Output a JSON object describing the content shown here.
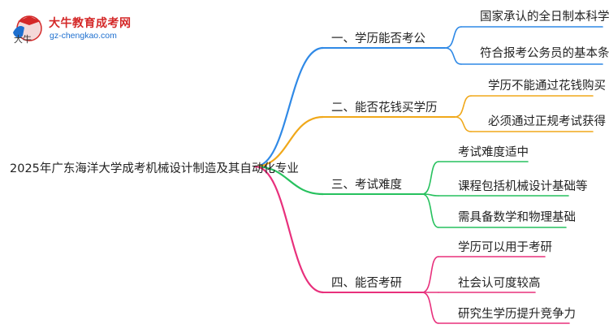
{
  "logo": {
    "title": "大牛教育成考网",
    "url": "gz-chengkao.com"
  },
  "root": {
    "label": "2025年广东海洋大学成考机械设计制造及其自动化专业"
  },
  "colors": {
    "branch1": "#2f89e6",
    "branch2": "#f0a81a",
    "branch3": "#27c15e",
    "branch4": "#e8307c",
    "logo_red": "#d42828",
    "logo_blue": "#1d6fcf"
  },
  "branches": [
    {
      "label": "一、学历能否考公",
      "leaves": [
        "国家承认的全日制本科学历",
        "符合报考公务员的基本条件"
      ]
    },
    {
      "label": "二、能否花钱买学历",
      "leaves": [
        "学历不能通过花钱购买",
        "必须通过正规考试获得"
      ]
    },
    {
      "label": "三、考试难度",
      "leaves": [
        "考试难度适中",
        "课程包括机械设计基础等",
        "需具备数学和物理基础"
      ]
    },
    {
      "label": "四、能否考研",
      "leaves": [
        "学历可以用于考研",
        "社会认可度较高",
        "研究生学历提升竞争力"
      ]
    }
  ]
}
